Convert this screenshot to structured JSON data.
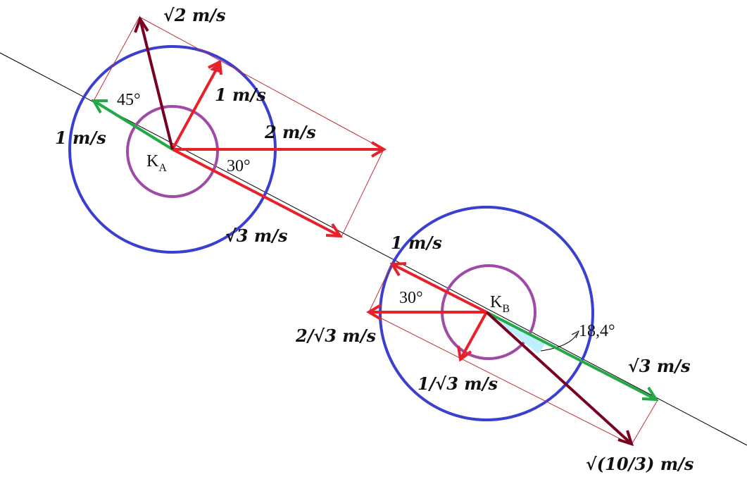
{
  "colors": {
    "axis": "#000000",
    "outer_circle": "#3b3fcf",
    "inner_circle": "#a04aa8",
    "red": "#e8202a",
    "green": "#22aa44",
    "darkred": "#7a0022",
    "guide": "#c0303a",
    "angle_fill": "#bff0ff"
  },
  "wheel_a": {
    "center_letter": "K",
    "center_sub": "A",
    "angle_top": "45°",
    "angle_bottom": "30°",
    "v_up": "1 m/s",
    "v_right": "2 m/s",
    "v_axis": "√3 m/s",
    "v_back": "1 m/s",
    "v_result": "√2 m/s"
  },
  "wheel_b": {
    "center_letter": "K",
    "center_sub": "B",
    "angle_left": "30°",
    "angle_result": "18,4°",
    "v_back": "1 m/s",
    "v_left": "2/√3 m/s",
    "v_down": "1/√3 m/s",
    "v_axis": "√3 m/s",
    "v_result": "√(10/3) m/s"
  }
}
